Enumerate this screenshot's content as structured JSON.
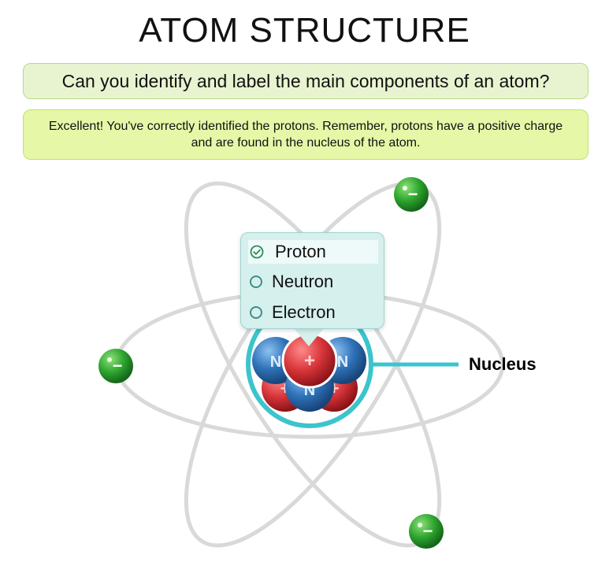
{
  "header": {
    "title": "ATOM STRUCTURE"
  },
  "question": {
    "text": "Can you identify and label the main components of an atom?"
  },
  "feedback": {
    "text": "Excellent! You've correctly identified the protons. Remember, protons have a positive charge and are found in the nucleus of the atom."
  },
  "diagram": {
    "nucleus_label": "Nucleus",
    "electron_symbol": "−",
    "proton_symbol": "+",
    "neutron_symbol": "N",
    "colors": {
      "electron": "#2ea52e",
      "proton": "#d8363a",
      "neutron": "#2f72b8",
      "orbit": "#d9d9d9",
      "nucleus_ring": "#3cc4cc"
    }
  },
  "popup": {
    "options": [
      {
        "label": "Proton",
        "selected": true
      },
      {
        "label": "Neutron",
        "selected": false
      },
      {
        "label": "Electron",
        "selected": false
      }
    ]
  }
}
